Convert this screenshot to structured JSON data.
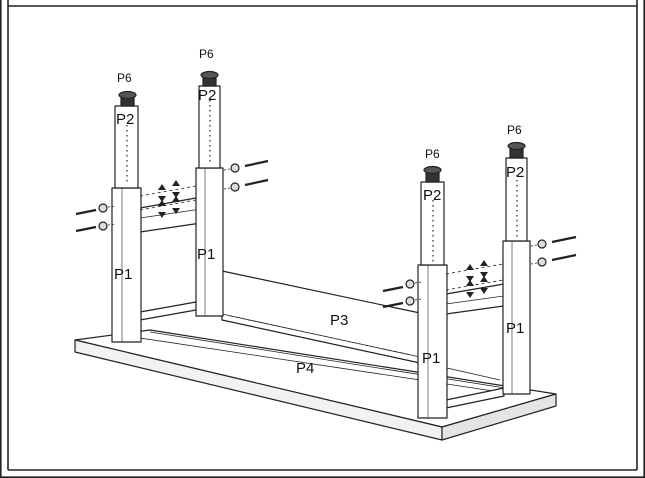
{
  "labels": {
    "leg_lower": "P1",
    "leg_upper": "P2",
    "crossbar": "P3",
    "tabletop": "P4",
    "foot": "P6"
  },
  "colors": {
    "stroke": "#222222",
    "fill": "#ffffff",
    "shade": "#e9e9e9",
    "dark": "#333333"
  }
}
